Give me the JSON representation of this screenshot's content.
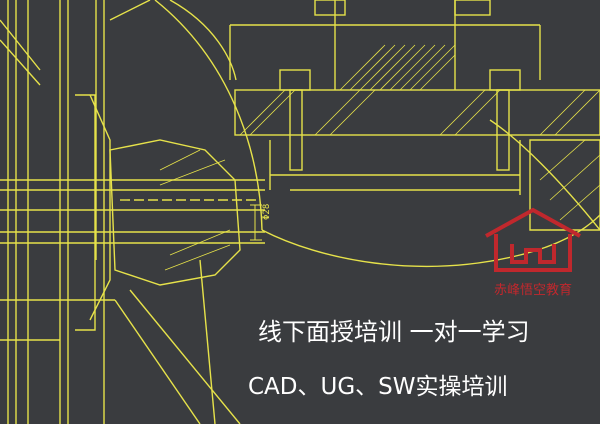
{
  "promo": {
    "line1": "线下面授培训  一对一学习",
    "line2": "CAD、UG、SW实操培训"
  },
  "logo": {
    "text": "赤峰悟空教育",
    "color": "#c0282d",
    "icon": "house-logo-icon"
  },
  "drawing": {
    "dimension_text": "Φ28",
    "line_color": "#e6e24a",
    "background": "#3a3c3f"
  }
}
